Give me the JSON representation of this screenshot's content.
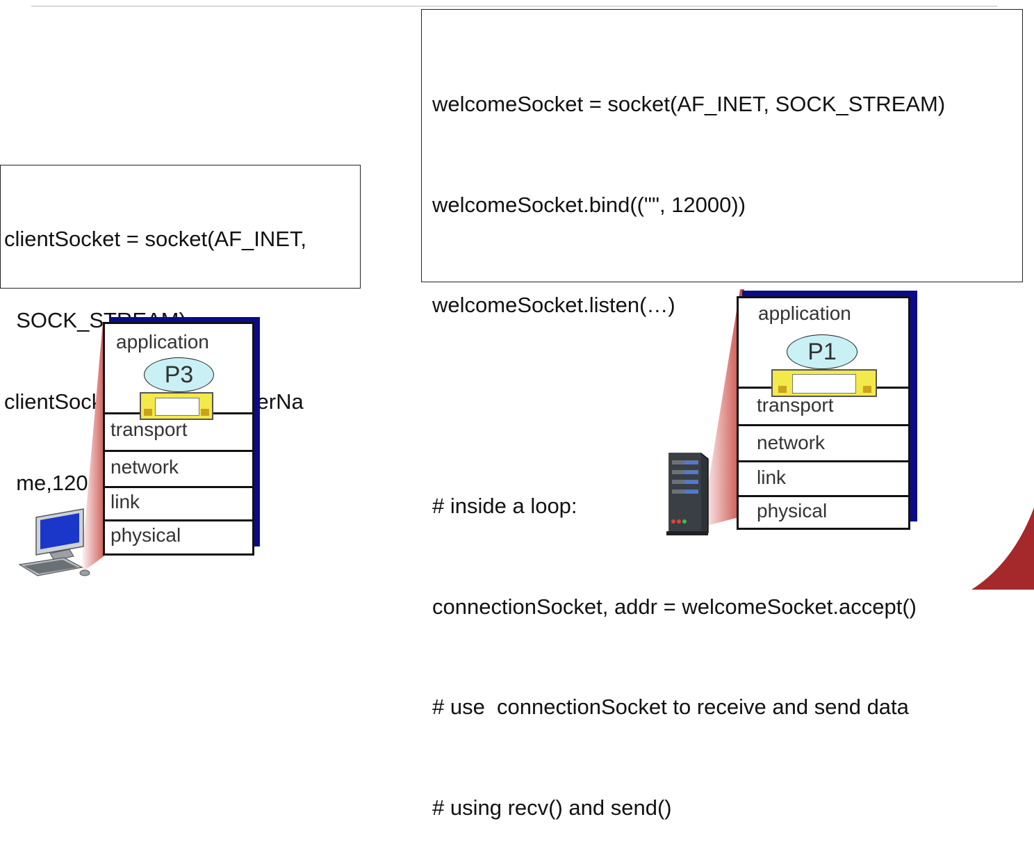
{
  "server_code": {
    "lines": [
      "welcomeSocket = socket(AF_INET, SOCK_STREAM)",
      "welcomeSocket.bind((\"\", 12000))",
      "welcomeSocket.listen(…)",
      "",
      "# inside a loop:",
      "connectionSocket, addr = welcomeSocket.accept()",
      "# use  connectionSocket to receive and send data",
      "# using recv() and send()"
    ]
  },
  "client_code": {
    "lines": [
      "clientSocket = socket(AF_INET,",
      "  SOCK_STREAM)",
      "clientSocket.connect((serverNa",
      "  me,12000))"
    ]
  },
  "client_stack": {
    "application": "application",
    "process": "P3",
    "transport": "transport",
    "network": "network",
    "link": "link",
    "physical": "physical"
  },
  "server_stack": {
    "application": "application",
    "process": "P1",
    "transport": "transport",
    "network": "network",
    "link": "link",
    "physical": "physical"
  },
  "icons": {
    "client_host": "desktop-computer-icon",
    "server_host": "server-tower-icon"
  },
  "colors": {
    "stack_shadow": "#0b0b8a",
    "process_fill": "#c9f0f5",
    "socket_fill": "#f4e94a",
    "beam": "#c8433c",
    "corner_accent": "#a5282b"
  }
}
